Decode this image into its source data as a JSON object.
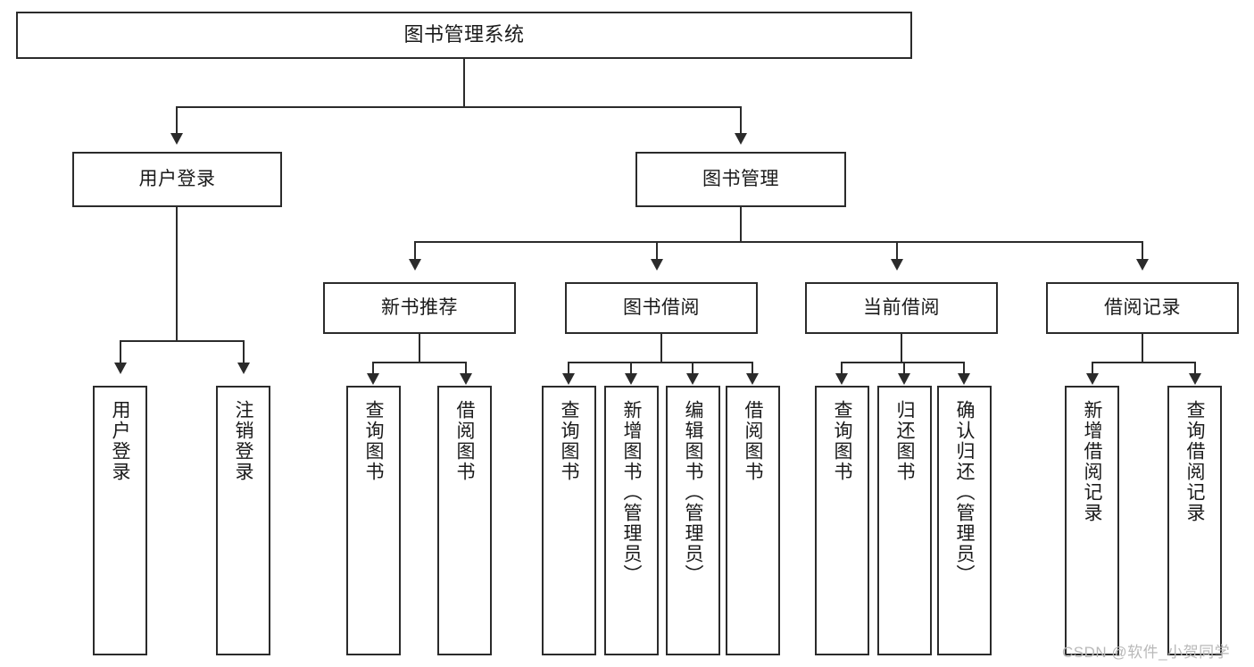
{
  "diagram": {
    "type": "tree",
    "title": "图书管理系统",
    "root": {
      "id": "root",
      "label": "图书管理系统"
    },
    "level2": [
      {
        "id": "user-login",
        "label": "用户登录"
      },
      {
        "id": "book-manage",
        "label": "图书管理"
      }
    ],
    "level3": [
      {
        "id": "new-book-recommend",
        "label": "新书推荐",
        "parent": "book-manage"
      },
      {
        "id": "book-borrow",
        "label": "图书借阅",
        "parent": "book-manage"
      },
      {
        "id": "current-borrow",
        "label": "当前借阅",
        "parent": "book-manage"
      },
      {
        "id": "borrow-record",
        "label": "借阅记录",
        "parent": "book-manage"
      }
    ],
    "leaves": {
      "user_login": [
        {
          "id": "leaf-user-login",
          "label": "用户登录"
        },
        {
          "id": "leaf-user-logout",
          "label": "注销登录"
        }
      ],
      "new_book_recommend": [
        {
          "id": "leaf-query-book-1",
          "label": "查询图书"
        },
        {
          "id": "leaf-borrow-book-1",
          "label": "借阅图书"
        }
      ],
      "book_borrow": [
        {
          "id": "leaf-query-book-2",
          "label": "查询图书"
        },
        {
          "id": "leaf-add-book",
          "label": "新增图书（管理员）"
        },
        {
          "id": "leaf-edit-book",
          "label": "编辑图书（管理员）"
        },
        {
          "id": "leaf-borrow-book-2",
          "label": "借阅图书"
        }
      ],
      "current_borrow": [
        {
          "id": "leaf-query-book-3",
          "label": "查询图书"
        },
        {
          "id": "leaf-return-book",
          "label": "归还图书"
        },
        {
          "id": "leaf-confirm-return",
          "label": "确认归还（管理员）"
        }
      ],
      "borrow_record": [
        {
          "id": "leaf-add-record",
          "label": "新增借阅记录"
        },
        {
          "id": "leaf-query-record",
          "label": "查询借阅记录"
        }
      ]
    }
  },
  "watermark": {
    "text": "CSDN @软件_小贺同学"
  },
  "colors": {
    "stroke": "#2b2b2b",
    "background": "#ffffff",
    "text": "#1a1a1a",
    "watermark": "#b9b9b9"
  }
}
